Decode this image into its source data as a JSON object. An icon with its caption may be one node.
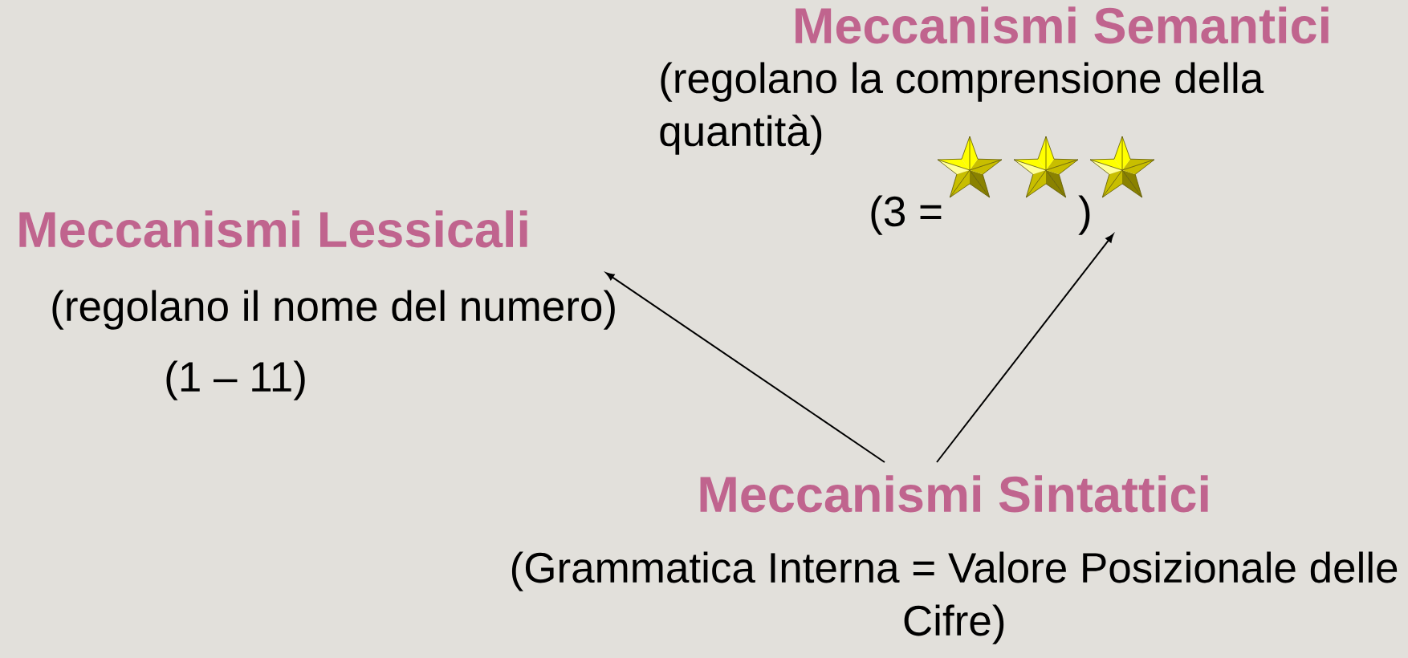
{
  "diagram": {
    "nodes": [
      {
        "text": [
          "Meccanismi Semantici",
          "(regolano la comprensione della quantità)",
          "(3 =",
          ")"
        ]
      },
      {
        "text": [
          "Meccanismi Lessicali",
          "(regolano il nome del numero)",
          "(1 – 11)"
        ]
      },
      {
        "text": [
          "Meccanismi Sintattici",
          "(Grammatica Interna = Valore Posizionale delle Cifre)"
        ]
      }
    ],
    "edges": [
      {
        "from": 2,
        "to": 1,
        "arrow": "to"
      },
      {
        "from": 2,
        "to": 0,
        "arrow": "to"
      }
    ]
  }
}
